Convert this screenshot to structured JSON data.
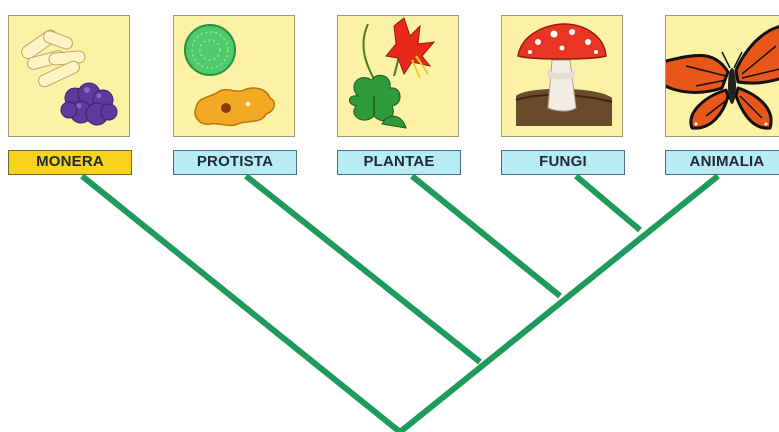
{
  "kingdoms": [
    {
      "name": "MONERA",
      "highlight": true
    },
    {
      "name": "PROTISTA",
      "highlight": false
    },
    {
      "name": "PLANTAE",
      "highlight": false
    },
    {
      "name": "FUNGI",
      "highlight": false
    },
    {
      "name": "ANIMALIA",
      "highlight": false
    }
  ],
  "colors": {
    "branch": "#1e9a5a",
    "panel_bg": "#fbf2a6",
    "label_bg": "#b8ecf4",
    "label_highlight": "#f7d31b"
  },
  "icons": [
    "bacteria-icon",
    "protist-icon",
    "flower-icon",
    "mushroom-icon",
    "butterfly-icon"
  ]
}
